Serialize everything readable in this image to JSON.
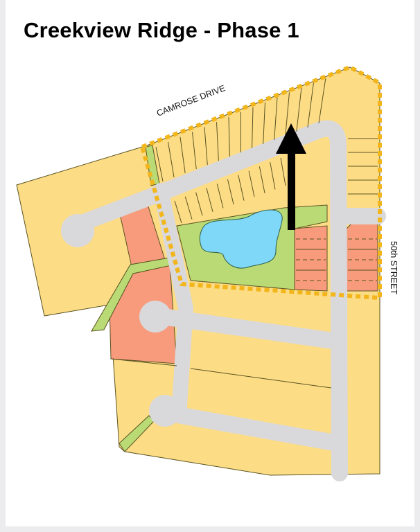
{
  "title": "Creekview Ridge - Phase 1",
  "labels": {
    "camrose": "CAMROSE DRIVE",
    "street50": "50th STREET"
  },
  "legend_colors": {
    "residential": "#fddc86",
    "multi_family": "#f79b7c",
    "park": "#b9da74",
    "pond": "#7fd8f7",
    "road": "#d9d9db",
    "phase_boundary": "#f2b61c",
    "arrow": "#000000"
  },
  "icons": {
    "arrow": "north-arrow-icon"
  }
}
